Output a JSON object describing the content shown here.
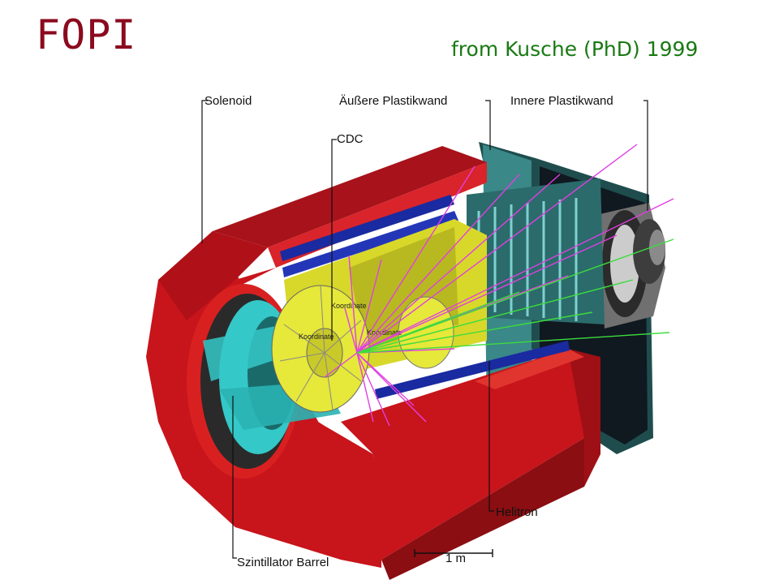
{
  "header": {
    "title": "FOPI",
    "source": "from Kusche (PhD) 1999"
  },
  "labels": {
    "solenoid": "Solenoid",
    "outer_wall": "Äußere Plastikwand",
    "inner_wall": "Innere Plastikwand",
    "cdc": "CDC",
    "helitron": "Helitron",
    "barrel": "Szintillator Barrel",
    "scale": "1 m"
  },
  "inner_marks": [
    "Koordinate",
    "Koordinate",
    "Koordinate"
  ],
  "colors": {
    "title": "#8b0a1e",
    "source": "#1a7a14",
    "magnet": "#c8141b",
    "magnet_dark": "#8a0e12",
    "cdc": "#e6e83a",
    "barrel": "#35c8c8",
    "track_magenta": "#e040e0",
    "track_green": "#3ddc3d",
    "coil_blue": "#1a2aa0"
  }
}
